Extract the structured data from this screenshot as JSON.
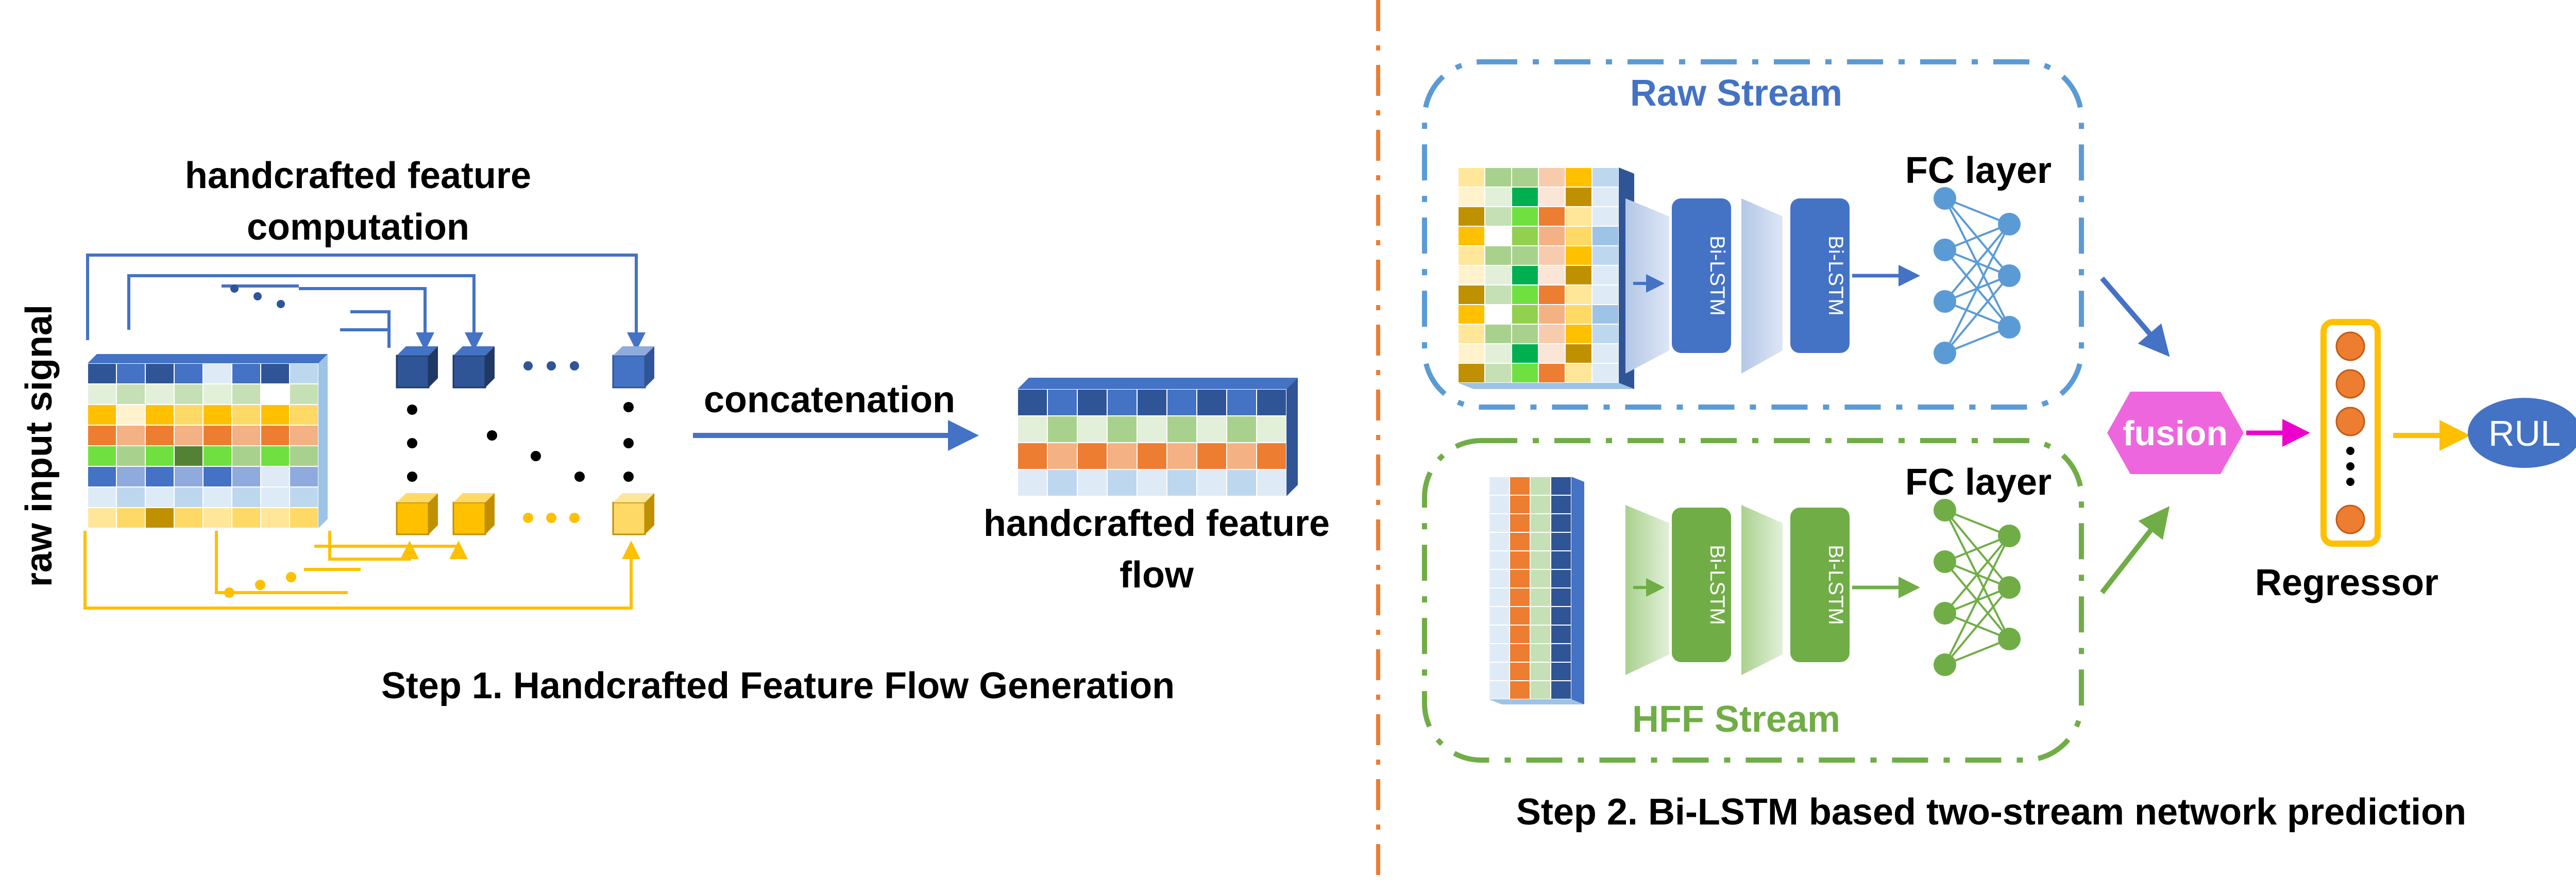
{
  "step1": {
    "axis_label": "raw input signal",
    "feature_title_line1": "handcrafted feature",
    "feature_title_line2": "computation",
    "concat_label": "concatenation",
    "flow_label_line1": "handcrafted feature",
    "flow_label_line2": "flow",
    "caption": "Step 1. Handcrafted Feature Flow Generation"
  },
  "step2": {
    "raw_stream_title": "Raw Stream",
    "hff_stream_title": "HFF Stream",
    "fc_layer_top": "FC layer",
    "fc_layer_bottom": "FC layer",
    "bilstm_label": "Bi-LSTM",
    "fusion_label": "fusion",
    "regressor_label": "Regressor",
    "rul_label": "RUL",
    "caption": "Step 2. Bi-LSTM based two-stream network prediction"
  },
  "colors": {
    "blue": "#4472C4",
    "dark_blue": "#2F5597",
    "green": "#70AD47",
    "orange": "#ED7D31",
    "yellow": "#FFC000",
    "divider": "#ED7D31",
    "fusion": "#EE66DD",
    "raw_box": "#5B9BD5",
    "hff_box": "#70AD47"
  }
}
